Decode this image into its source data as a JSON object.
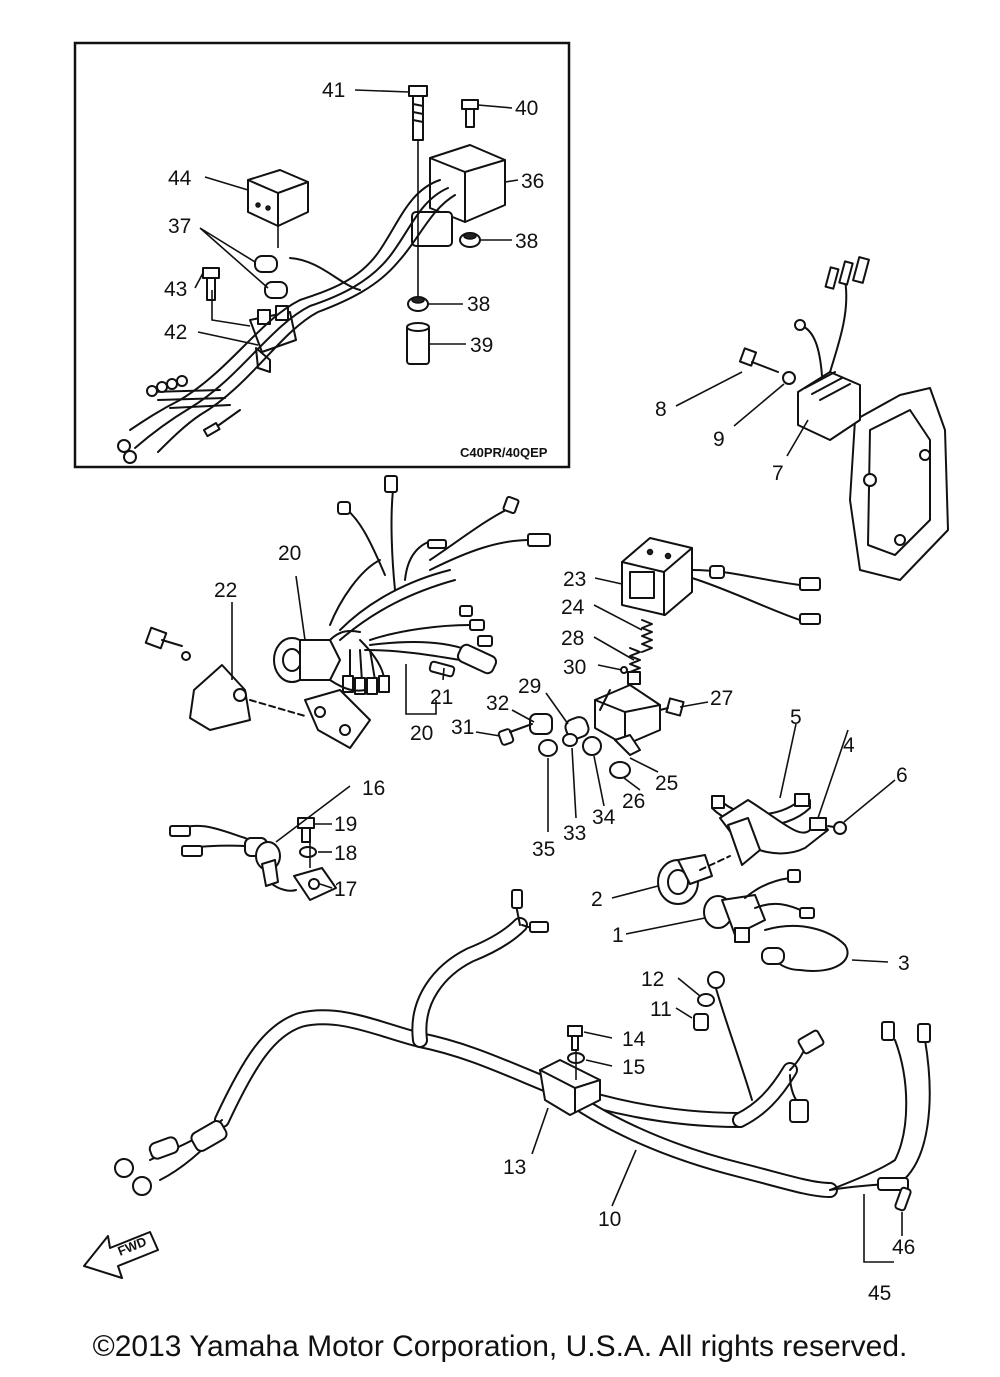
{
  "inset": {
    "model_label": "C40PR/40QEP",
    "callouts": [
      "41",
      "40",
      "44",
      "36",
      "37",
      "38",
      "43",
      "38",
      "42",
      "39"
    ]
  },
  "main": {
    "callouts": [
      "8",
      "9",
      "7",
      "20",
      "22",
      "23",
      "24",
      "28",
      "30",
      "21",
      "20",
      "29",
      "32",
      "27",
      "31",
      "5",
      "4",
      "6",
      "25",
      "26",
      "34",
      "33",
      "35",
      "16",
      "19",
      "18",
      "17",
      "2",
      "1",
      "3",
      "12",
      "11",
      "14",
      "15",
      "13",
      "10",
      "46",
      "45"
    ],
    "fwd_label": "FWD"
  },
  "footer": {
    "copyright": "©2013 Yamaha Motor Corporation, U.S.A. All rights reserved."
  }
}
